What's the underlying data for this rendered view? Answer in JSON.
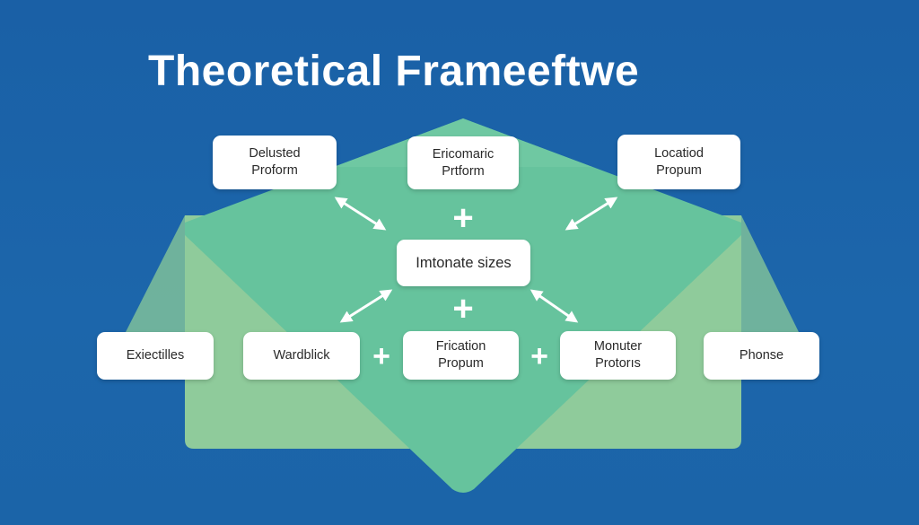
{
  "title": "Theoretical Frameeftwe",
  "colors": {
    "background": "#1b63a8",
    "shape_light_green": "#8fcb9b",
    "shape_mint": "#66c39d",
    "node_fill": "#ffffff",
    "connector": "#ffffff"
  },
  "nodes": {
    "top_left": {
      "line1": "Delusted",
      "line2": "Proform"
    },
    "top_center": {
      "line1": "Ericomaric",
      "line2": "Prtform"
    },
    "top_right": {
      "line1": "Locatiod",
      "line2": "Propum"
    },
    "center": {
      "label": "Imtonate sizes"
    },
    "row_1": {
      "label": "Exiectilles"
    },
    "row_2": {
      "label": "Wardblick"
    },
    "row_3": {
      "line1": "Frication",
      "line2": "Propum"
    },
    "row_4": {
      "line1": "Monuter",
      "line2": "Protorıs"
    },
    "row_5": {
      "label": "Phonse"
    }
  },
  "connectors": {
    "plus_symbol": "+"
  }
}
